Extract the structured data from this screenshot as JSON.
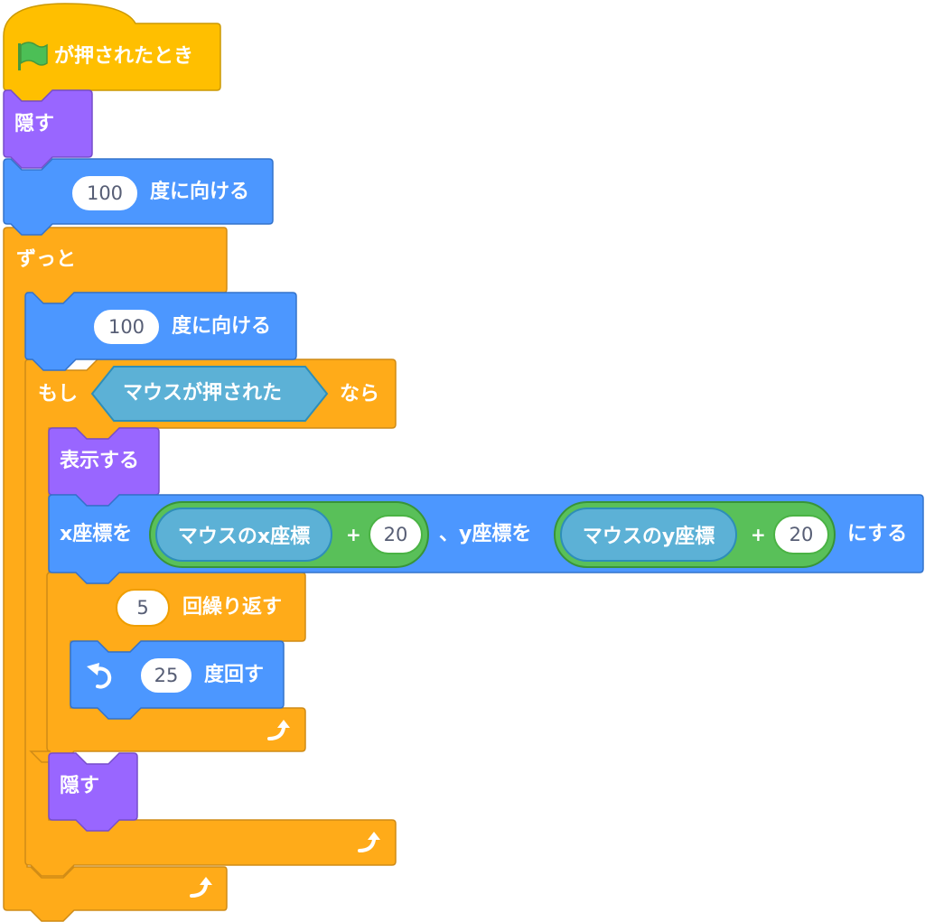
{
  "colors": {
    "events": "#ffbf00",
    "looks": "#9966ff",
    "motion": "#4c97ff",
    "control": "#ffab19",
    "sensing": "#5cb1d6",
    "operators": "#59c059"
  },
  "script": {
    "hat": {
      "icon": "green-flag-icon",
      "label": "が押されたとき"
    },
    "hide_1": {
      "label": "隠す"
    },
    "point_1": {
      "value": "100",
      "label": "度に向ける"
    },
    "forever": {
      "label": "ずっと"
    },
    "point_2": {
      "value": "100",
      "label": "度に向ける"
    },
    "if_block": {
      "prefix": "もし",
      "condition": "マウスが押された",
      "suffix": "なら"
    },
    "show": {
      "label": "表示する"
    },
    "goto": {
      "x_label": "x座標を",
      "x_reporter": "マウスのx座標",
      "x_plus": "+",
      "x_add": "20",
      "y_label": "、y座標を",
      "y_reporter": "マウスのy座標",
      "y_plus": "+",
      "y_add": "20",
      "suffix": "にする"
    },
    "repeat": {
      "value": "5",
      "label": "回繰り返す"
    },
    "turn": {
      "icon": "rotate-left-icon",
      "value": "25",
      "label": "度回す"
    },
    "hide_2": {
      "label": "隠す"
    }
  }
}
